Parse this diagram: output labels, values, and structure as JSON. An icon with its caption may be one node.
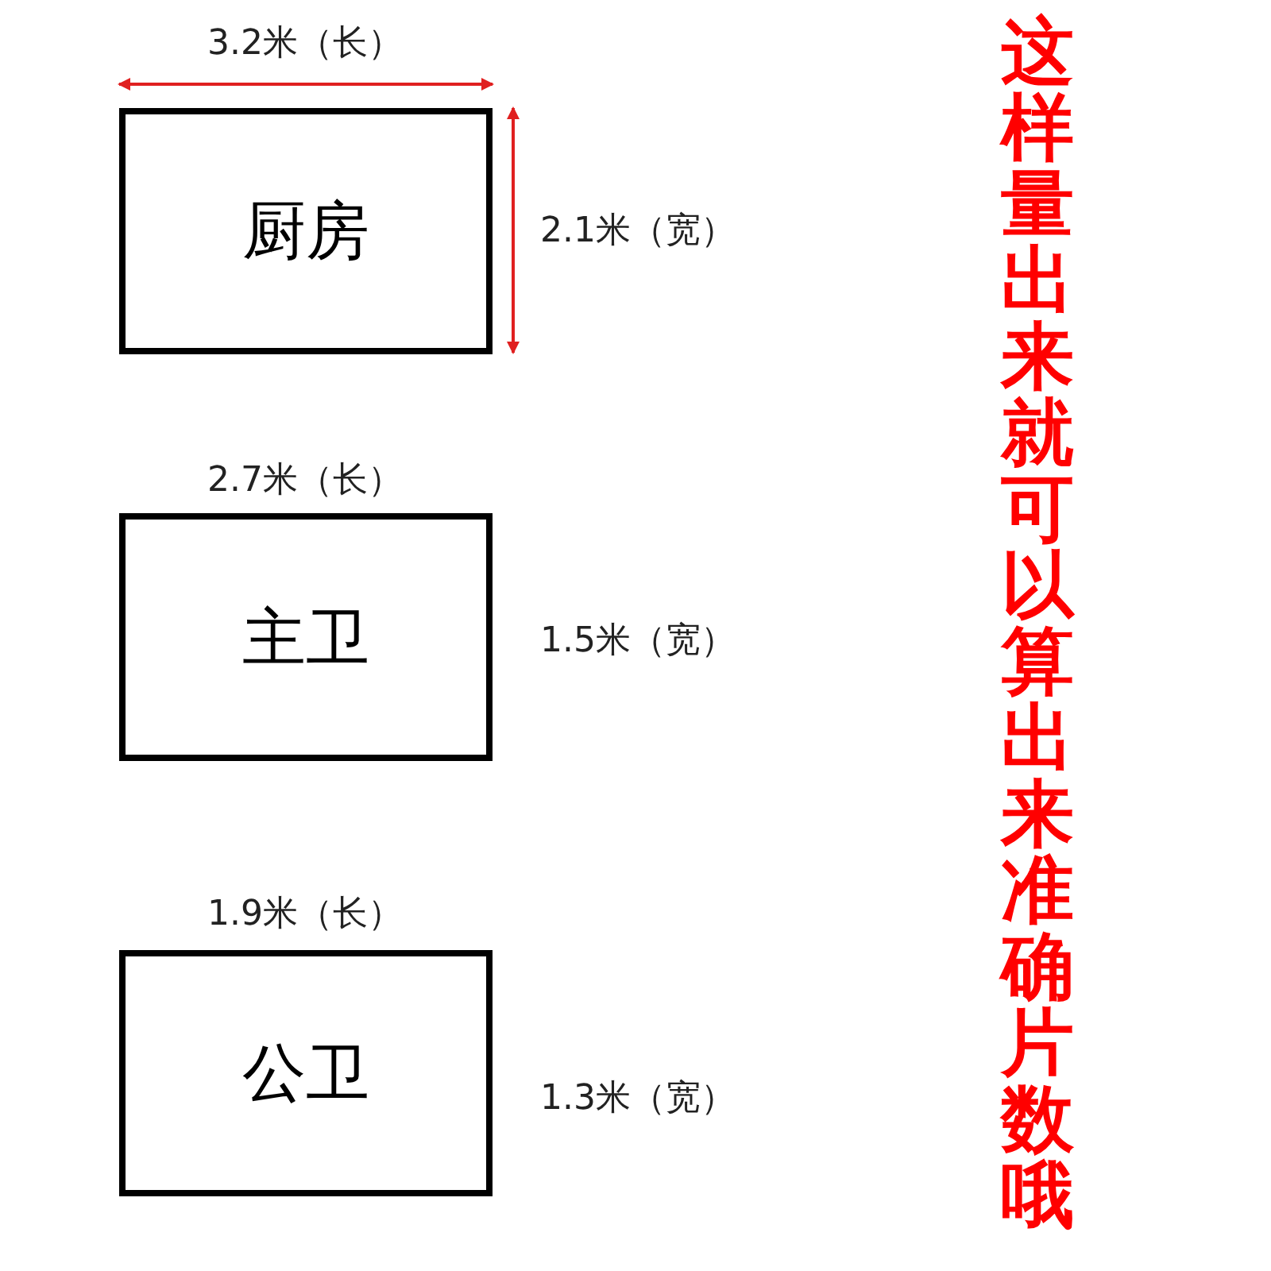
{
  "diagram": {
    "nodes": [
      {
        "text": [
          "厨房"
        ]
      },
      {
        "text": [
          "主卫"
        ]
      },
      {
        "text": [
          "公卫"
        ]
      }
    ],
    "labels": [
      "3.2米（长）",
      "2.1米（宽）",
      "2.7米（长）",
      "1.5米（宽）",
      "1.9米（长）",
      "1.3米（宽）",
      "这样量出来就可以算出来准确片数哦"
    ]
  }
}
